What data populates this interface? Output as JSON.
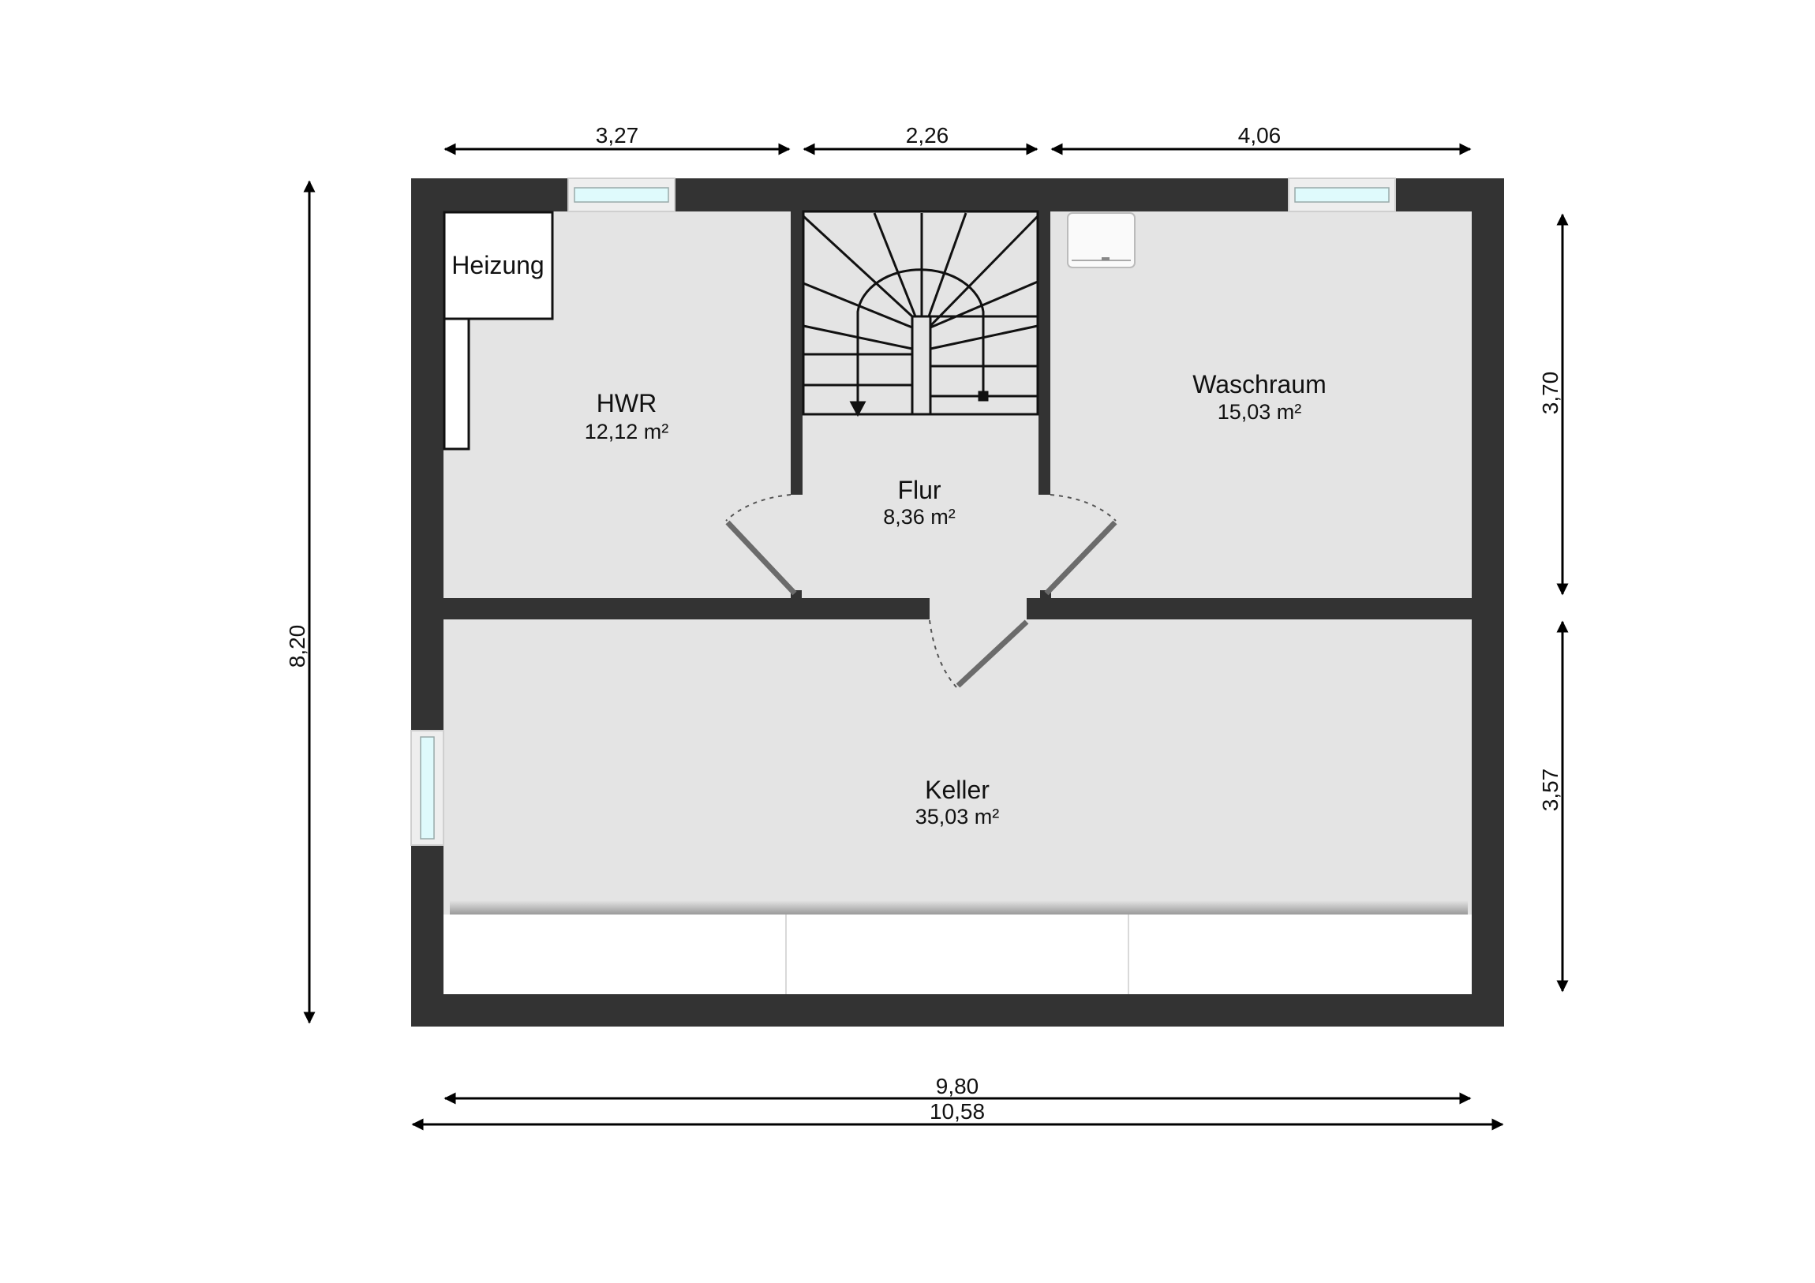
{
  "rooms": {
    "hwr": {
      "name": "HWR",
      "area": "12,12 m²"
    },
    "flur": {
      "name": "Flur",
      "area": "8,36 m²"
    },
    "waschraum": {
      "name": "Waschraum",
      "area": "15,03 m²"
    },
    "keller": {
      "name": "Keller",
      "area": "35,03 m²"
    },
    "heizung": {
      "name": "Heizung"
    }
  },
  "dimensions": {
    "top": [
      "3,27",
      "2,26",
      "4,06"
    ],
    "left": "8,20",
    "right": [
      "3,70",
      "3,57"
    ],
    "bottom_inner": "9,80",
    "bottom_outer": "10,58"
  },
  "colors": {
    "wall": "#333333",
    "floor": "#e4e4e4",
    "glass": "#dffafc"
  }
}
